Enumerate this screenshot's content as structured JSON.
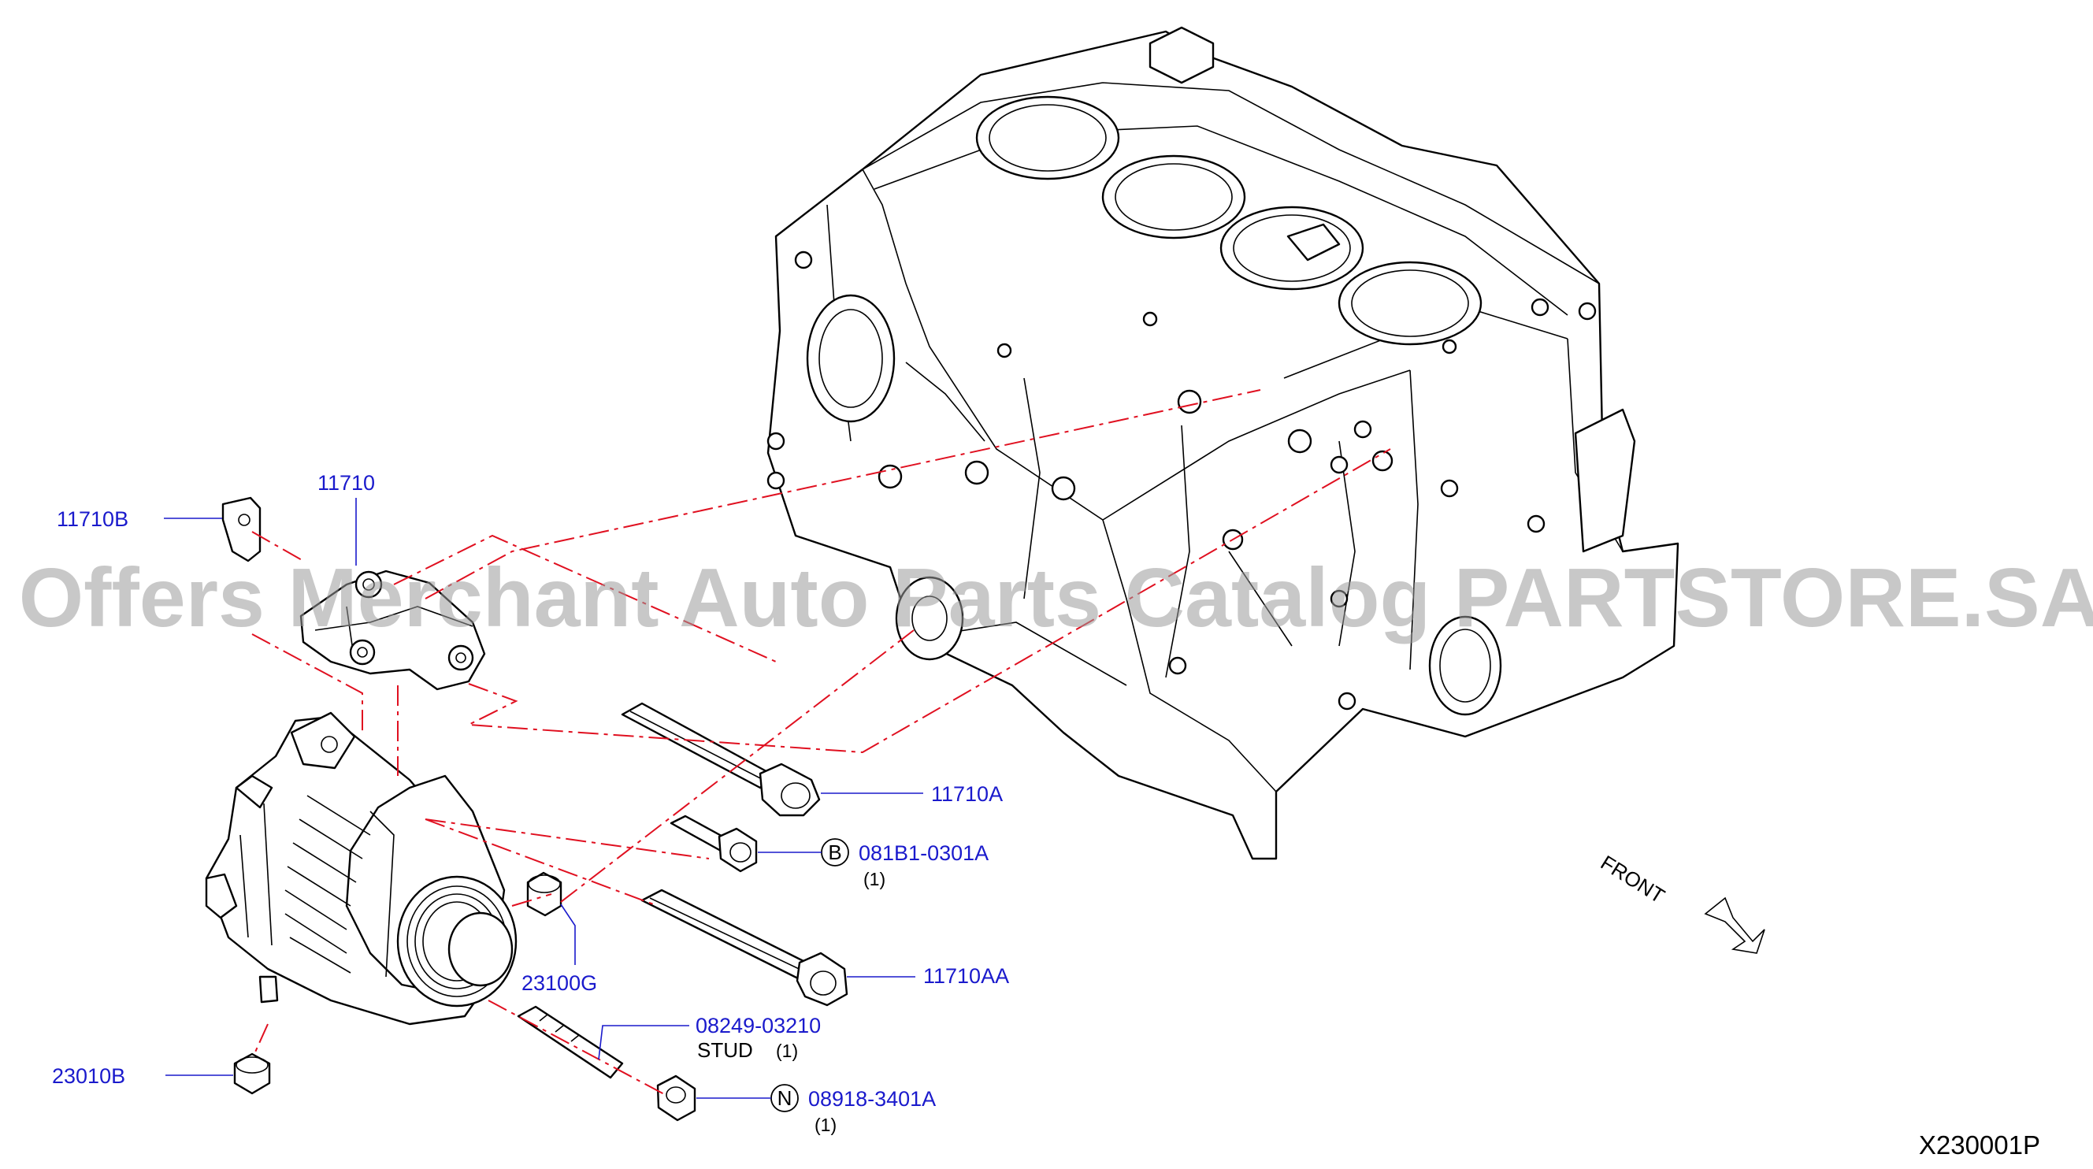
{
  "diagram": {
    "watermark": "Offers Merchant Auto Parts Catalog PARTSTORE.SA",
    "illustration_code": "X230001P",
    "front_label": "FRONT",
    "callouts": {
      "p11710": {
        "part": "11710"
      },
      "p11710B": {
        "part": "11710B"
      },
      "p11710A": {
        "part": "11710A"
      },
      "p081B1": {
        "part": "081B1-0301A",
        "badge": "B",
        "qty": "(1)"
      },
      "p11710AA": {
        "part": "11710AA"
      },
      "p23100G": {
        "part": "23100G"
      },
      "p08249": {
        "part": "08249-03210",
        "note": "STUD",
        "qty": "(1)"
      },
      "p23010B": {
        "part": "23010B"
      },
      "p08918": {
        "part": "08918-3401A",
        "badge": "N",
        "qty": "(1)"
      }
    },
    "colors": {
      "label": "#1a1acc",
      "phantom_line": "#e01020",
      "line_art": "#000000"
    }
  }
}
